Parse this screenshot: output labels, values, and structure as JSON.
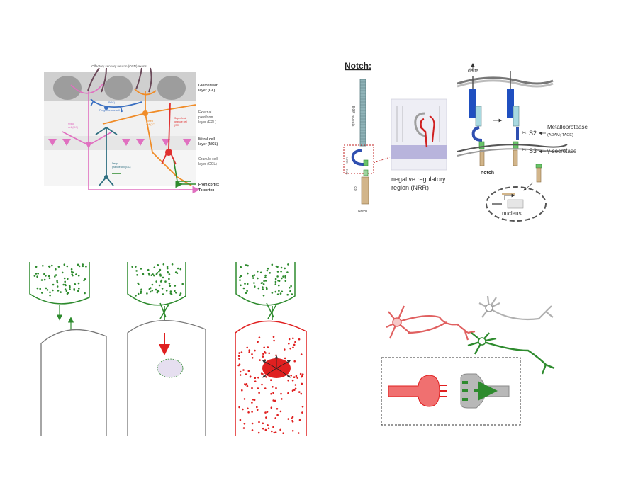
{
  "olfactory": {
    "top_label": "Olfactory sensory neuron (OSN) axons",
    "layers": [
      {
        "line1": "Glomerular",
        "line2": "layer (GL)"
      },
      {
        "line1": "External",
        "line2": "plexiform",
        "line3": "layer (EPL)"
      },
      {
        "line1": "Mitral cell",
        "line2": "layer (MCL)"
      },
      {
        "line1": "Granule cell",
        "line2": "layer (GCL)"
      }
    ],
    "cells": {
      "pgc": "(PGC)",
      "pgc_full": "Periglomerular cell",
      "mitral_1": "Mitral",
      "mitral_2": "cell (MC)",
      "tufted_1": "Tufted",
      "tufted_2": "cell (TC)",
      "sup_1": "Superficial",
      "sup_2": "granule cell",
      "sup_3": "(SC)",
      "deep_1": "Deep",
      "deep_2": "granule cell (GC)"
    },
    "legend": {
      "from": "From cortex",
      "to": "To cortex"
    }
  },
  "notch": {
    "title": "Notch:",
    "egf": "EGF repeats",
    "nrr": "NRR",
    "tmd": "TMD",
    "icd": "ICD",
    "notch_bottom": "Notch",
    "nrr_caption_1": "negative regulatory",
    "nrr_caption_2": "region (NRR)",
    "delta": "delta",
    "s2": "S2",
    "s3": "S3",
    "metallo": "Metalloprotease",
    "metallo_sub": "(ADAM; TACE)",
    "gamma": "γ-secretase",
    "notch_label": "notch",
    "nucleus": "nucleus"
  },
  "colors": {
    "green": "#2e8b2e",
    "red": "#e02020",
    "pink": "#e070c0",
    "orange": "#f08c28",
    "blue": "#3a6fc0",
    "teal": "#2f6f80",
    "grey": "#9a9a9a"
  }
}
